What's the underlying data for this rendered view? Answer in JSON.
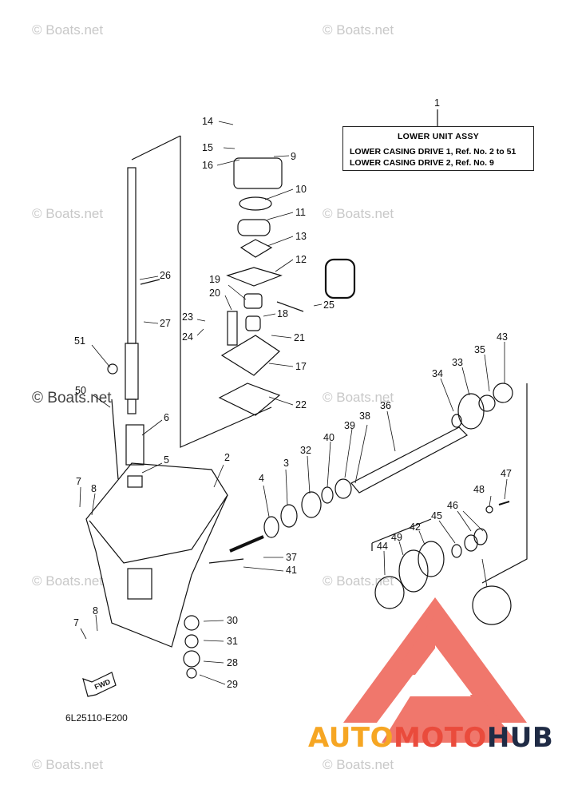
{
  "watermarks": [
    "© Boats.net",
    "© Boats.net",
    "© Boats.net",
    "© Boats.net",
    "© Boats.net",
    "© Boats.net",
    "© Boats.net",
    "© Boats.net",
    "© Boats.net",
    "© Boats.net"
  ],
  "info_box": {
    "ref": "1",
    "title": "LOWER UNIT ASSY",
    "line1": "LOWER CASING DRIVE 1,  Ref. No. 2 to 51",
    "line2": "LOWER CASING DRIVE 2,  Ref. No. 9"
  },
  "callouts": [
    "2",
    "3",
    "4",
    "5",
    "6",
    "7",
    "7",
    "8",
    "8",
    "9",
    "10",
    "11",
    "12",
    "13",
    "14",
    "15",
    "16",
    "17",
    "18",
    "19",
    "20",
    "21",
    "22",
    "23",
    "24",
    "25",
    "26",
    "27",
    "28",
    "29",
    "30",
    "31",
    "32",
    "33",
    "34",
    "35",
    "36",
    "37",
    "38",
    "39",
    "40",
    "41",
    "42",
    "43",
    "44",
    "45",
    "46",
    "47",
    "48",
    "49",
    "50",
    "51"
  ],
  "fwd_label": "FWD",
  "drawing_code": "6L25110-E200",
  "brand": {
    "part1": "AUTO",
    "part2": "MOTO",
    "part3": "HUB"
  },
  "colors": {
    "brand_orange": "#f6a623",
    "brand_red": "#ea4b3c",
    "brand_navy": "#1f2b45",
    "watermark": "#c8c8c8"
  }
}
